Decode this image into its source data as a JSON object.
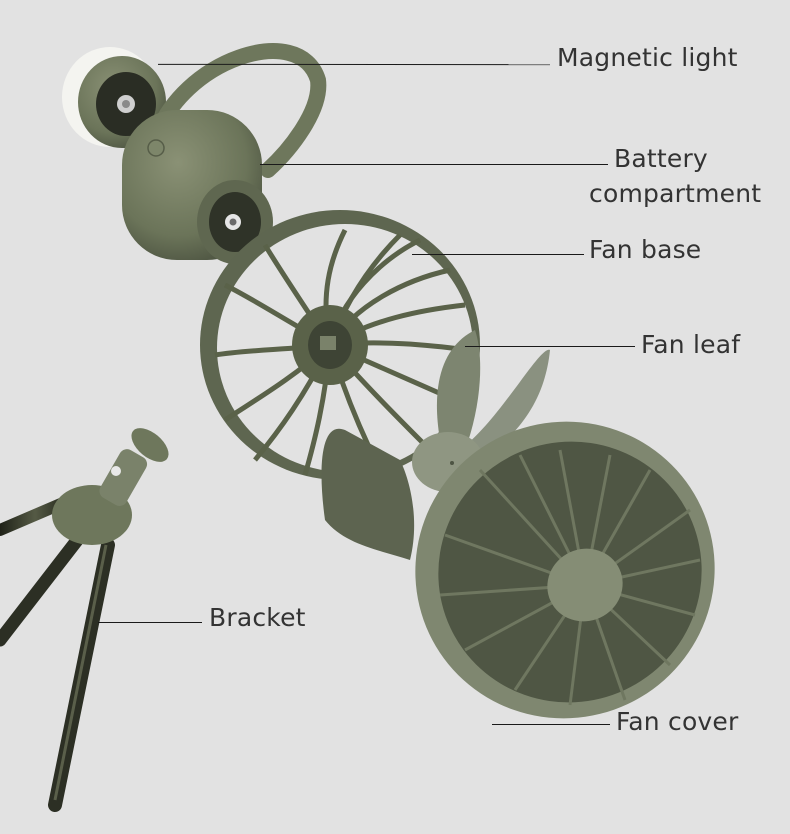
{
  "diagram": {
    "type": "exploded-view product diagram",
    "subject": "portable camping fan",
    "colors": {
      "background": "#e2e2e2",
      "product_green": "#6b7459",
      "product_green_dark": "#4a5140",
      "product_green_light": "#8a9175",
      "leader_line": "#1a1a1a",
      "label_text": "#333333"
    },
    "callouts": [
      {
        "id": "magnetic-light",
        "label": "Magnetic light"
      },
      {
        "id": "battery-compartment",
        "label_line1": "Battery",
        "label_line2": "compartment"
      },
      {
        "id": "fan-base",
        "label": "Fan base"
      },
      {
        "id": "fan-leaf",
        "label": "Fan leaf"
      },
      {
        "id": "bracket",
        "label": "Bracket"
      },
      {
        "id": "fan-cover",
        "label": "Fan cover"
      }
    ]
  }
}
